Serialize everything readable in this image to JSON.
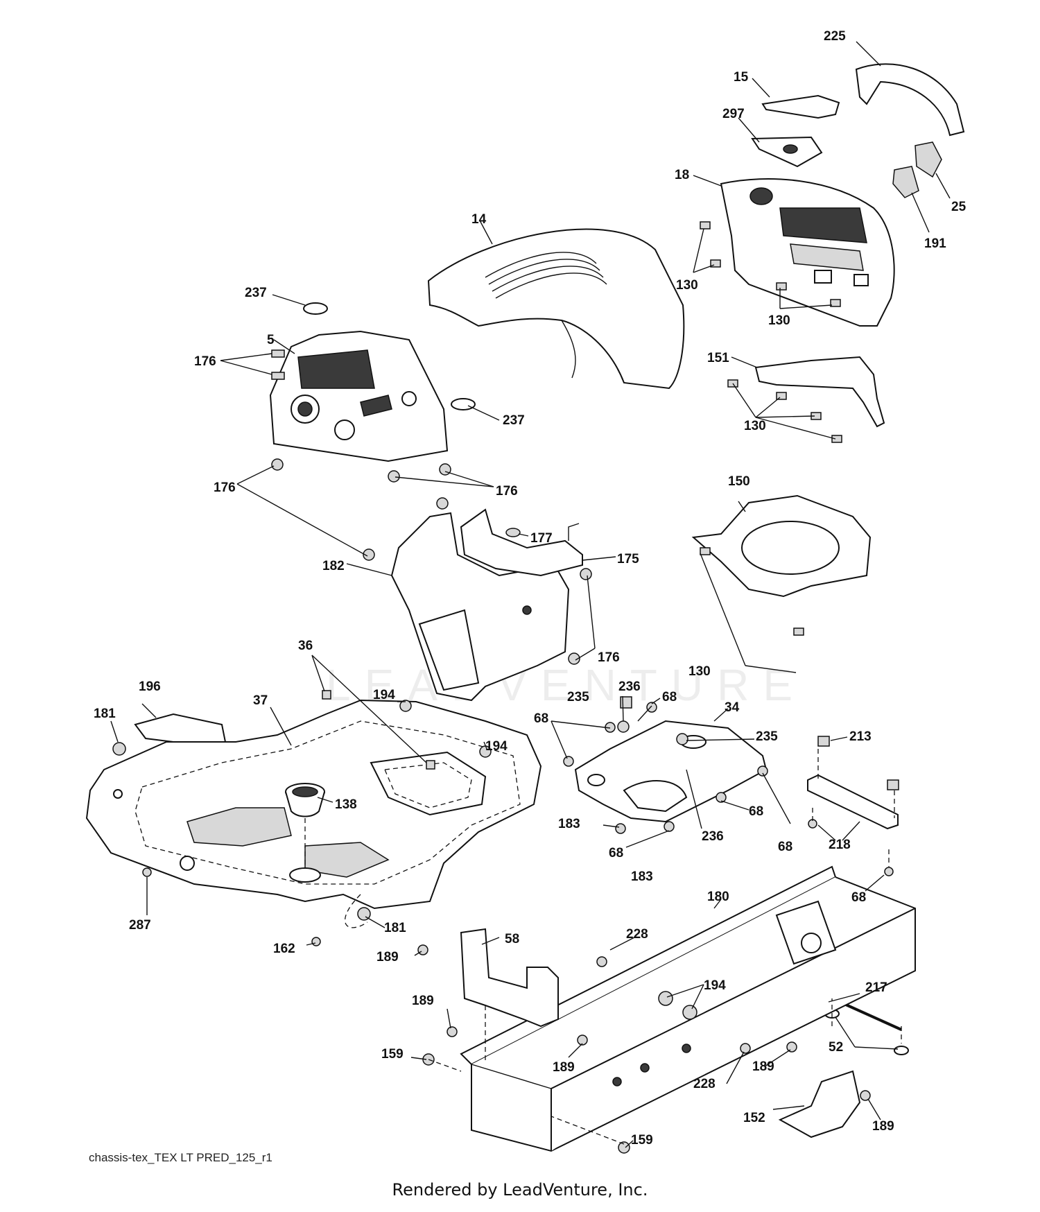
{
  "diagram": {
    "parts": [
      {
        "id": "p225",
        "number": "225"
      },
      {
        "id": "p15",
        "number": "15"
      },
      {
        "id": "p297",
        "number": "297"
      },
      {
        "id": "p18",
        "number": "18"
      },
      {
        "id": "p25",
        "number": "25"
      },
      {
        "id": "p191",
        "number": "191"
      },
      {
        "id": "p14",
        "number": "14"
      },
      {
        "id": "p130a",
        "number": "130"
      },
      {
        "id": "p130b",
        "number": "130"
      },
      {
        "id": "p237a",
        "number": "237"
      },
      {
        "id": "p5",
        "number": "5"
      },
      {
        "id": "p176a",
        "number": "176"
      },
      {
        "id": "p237b",
        "number": "237"
      },
      {
        "id": "p151",
        "number": "151"
      },
      {
        "id": "p130c",
        "number": "130"
      },
      {
        "id": "p176b",
        "number": "176"
      },
      {
        "id": "p176c",
        "number": "176"
      },
      {
        "id": "p150",
        "number": "150"
      },
      {
        "id": "p177",
        "number": "177"
      },
      {
        "id": "p175",
        "number": "175"
      },
      {
        "id": "p182",
        "number": "182"
      },
      {
        "id": "p130d",
        "number": "130"
      },
      {
        "id": "p176d",
        "number": "176"
      },
      {
        "id": "p36",
        "number": "36"
      },
      {
        "id": "p196",
        "number": "196"
      },
      {
        "id": "p37",
        "number": "37"
      },
      {
        "id": "p194a",
        "number": "194"
      },
      {
        "id": "p181a",
        "number": "181"
      },
      {
        "id": "p235a",
        "number": "235"
      },
      {
        "id": "p236a",
        "number": "236"
      },
      {
        "id": "p68a",
        "number": "68"
      },
      {
        "id": "p34",
        "number": "34"
      },
      {
        "id": "p194b",
        "number": "194"
      },
      {
        "id": "p68b",
        "number": "68"
      },
      {
        "id": "p235b",
        "number": "235"
      },
      {
        "id": "p213",
        "number": "213"
      },
      {
        "id": "p138",
        "number": "138"
      },
      {
        "id": "p68c",
        "number": "68"
      },
      {
        "id": "p183a",
        "number": "183"
      },
      {
        "id": "p68d",
        "number": "68"
      },
      {
        "id": "p236b",
        "number": "236"
      },
      {
        "id": "p68e",
        "number": "68"
      },
      {
        "id": "p218",
        "number": "218"
      },
      {
        "id": "p183b",
        "number": "183"
      },
      {
        "id": "p68f",
        "number": "68"
      },
      {
        "id": "p287",
        "number": "287"
      },
      {
        "id": "p180",
        "number": "180"
      },
      {
        "id": "p181b",
        "number": "181"
      },
      {
        "id": "p162",
        "number": "162"
      },
      {
        "id": "p58",
        "number": "58"
      },
      {
        "id": "p228a",
        "number": "228"
      },
      {
        "id": "p189a",
        "number": "189"
      },
      {
        "id": "p194c",
        "number": "194"
      },
      {
        "id": "p217",
        "number": "217"
      },
      {
        "id": "p189b",
        "number": "189"
      },
      {
        "id": "p52",
        "number": "52"
      },
      {
        "id": "p159a",
        "number": "159"
      },
      {
        "id": "p189c",
        "number": "189"
      },
      {
        "id": "p228b",
        "number": "228"
      },
      {
        "id": "p189d",
        "number": "189"
      },
      {
        "id": "p152",
        "number": "152"
      },
      {
        "id": "p189e",
        "number": "189"
      },
      {
        "id": "p159b",
        "number": "159"
      }
    ],
    "watermark": "LEADVENTURE"
  },
  "footer": {
    "drawing_id": "chassis-tex_TEX LT PRED_125_r1",
    "rendered_by": "Rendered by LeadVenture, Inc."
  }
}
